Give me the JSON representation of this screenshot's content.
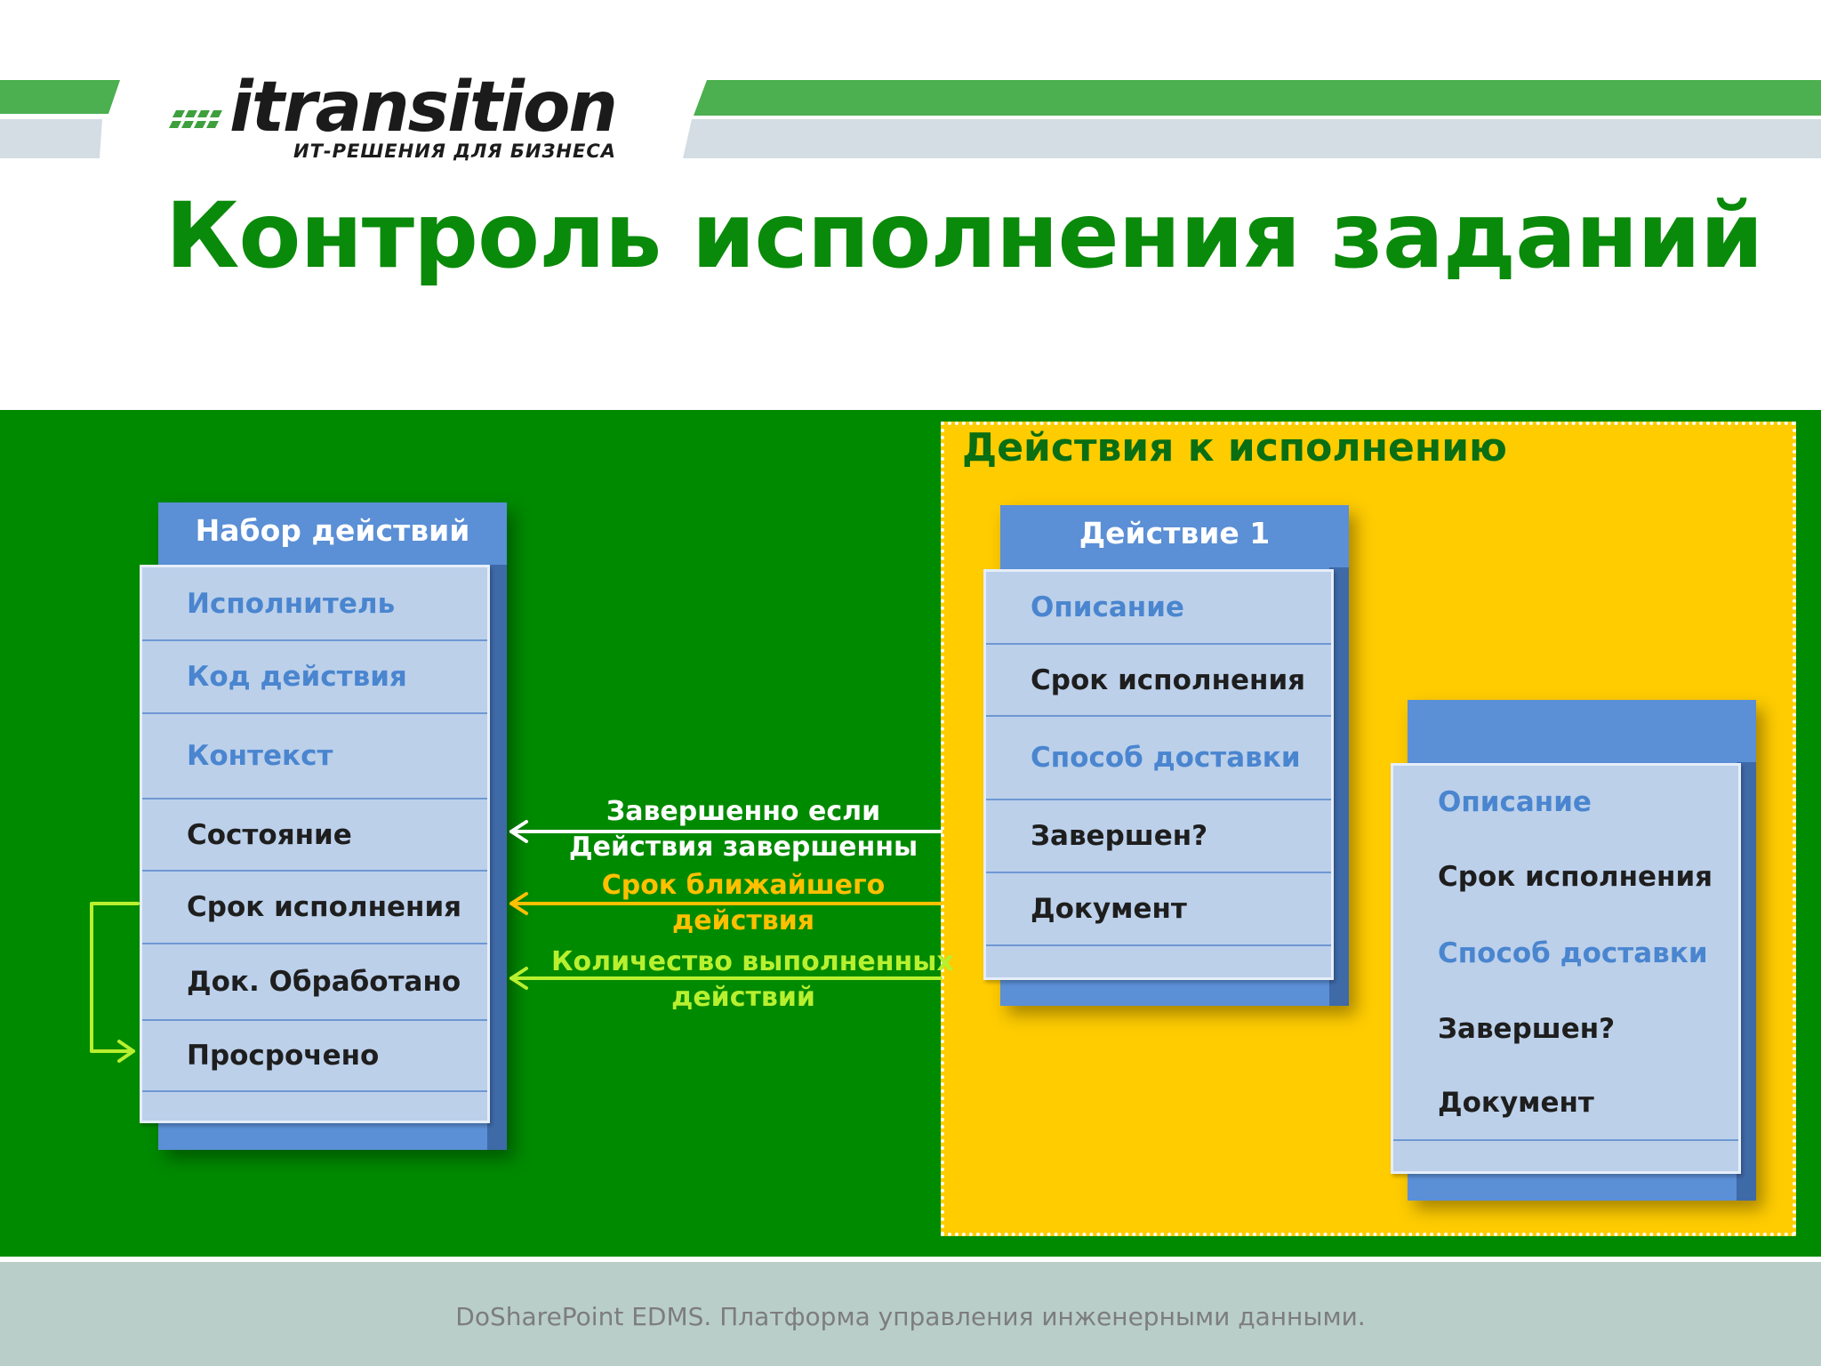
{
  "logo": {
    "brand": "itransition",
    "tagline": "ИТ-РЕШЕНИЯ ДЛЯ БИЗНЕСА"
  },
  "slide": {
    "title": "Контроль исполнения заданий",
    "footer": "DoSharePoint EDMS. Платформа управления инженерными данными."
  },
  "action_set": {
    "header": "Набор действий",
    "rows": [
      {
        "label": "Исполнитель",
        "style": "blue"
      },
      {
        "label": "Код действия",
        "style": "blue"
      },
      {
        "label": "Контекст",
        "style": "blue"
      },
      {
        "label": "Состояние",
        "style": "dark"
      },
      {
        "label": "Срок исполнения",
        "style": "dark"
      },
      {
        "label": "Док. Обработано",
        "style": "dark"
      },
      {
        "label": "Просрочено",
        "style": "dark"
      }
    ]
  },
  "actions_area": {
    "title": "Действия к исполнению",
    "action1": {
      "header": "Действие 1",
      "rows": [
        {
          "label": "Описание",
          "style": "blue"
        },
        {
          "label": "Срок исполнения",
          "style": "dark"
        },
        {
          "label": "Способ доставки",
          "style": "blue"
        },
        {
          "label": "Завершен?",
          "style": "dark"
        },
        {
          "label": "Документ",
          "style": "dark"
        }
      ]
    },
    "action2": {
      "header": "",
      "rows": [
        {
          "label": "Описание",
          "style": "blue"
        },
        {
          "label": "Срок исполнения",
          "style": "dark"
        },
        {
          "label": "Способ доставки",
          "style": "blue"
        },
        {
          "label": "Завершен?",
          "style": "dark"
        },
        {
          "label": "Документ",
          "style": "dark"
        }
      ]
    }
  },
  "connectors": [
    {
      "lines": [
        "Завершенно если",
        "Действия завершенны"
      ],
      "color": "#ffffff"
    },
    {
      "lines": [
        "Срок ближайшего",
        "действия"
      ],
      "color": "#ffc000"
    },
    {
      "lines": [
        "Количество выполненных",
        "действий"
      ],
      "color": "#b8f030"
    }
  ],
  "colors": {
    "title_green": "#0a8a0a",
    "panel_green": "#008a00",
    "yellow": "#ffcc00",
    "box_blue": "#5b8fd6",
    "row_fill": "#bcd0ea",
    "row_blue_text": "#4a85cf"
  }
}
